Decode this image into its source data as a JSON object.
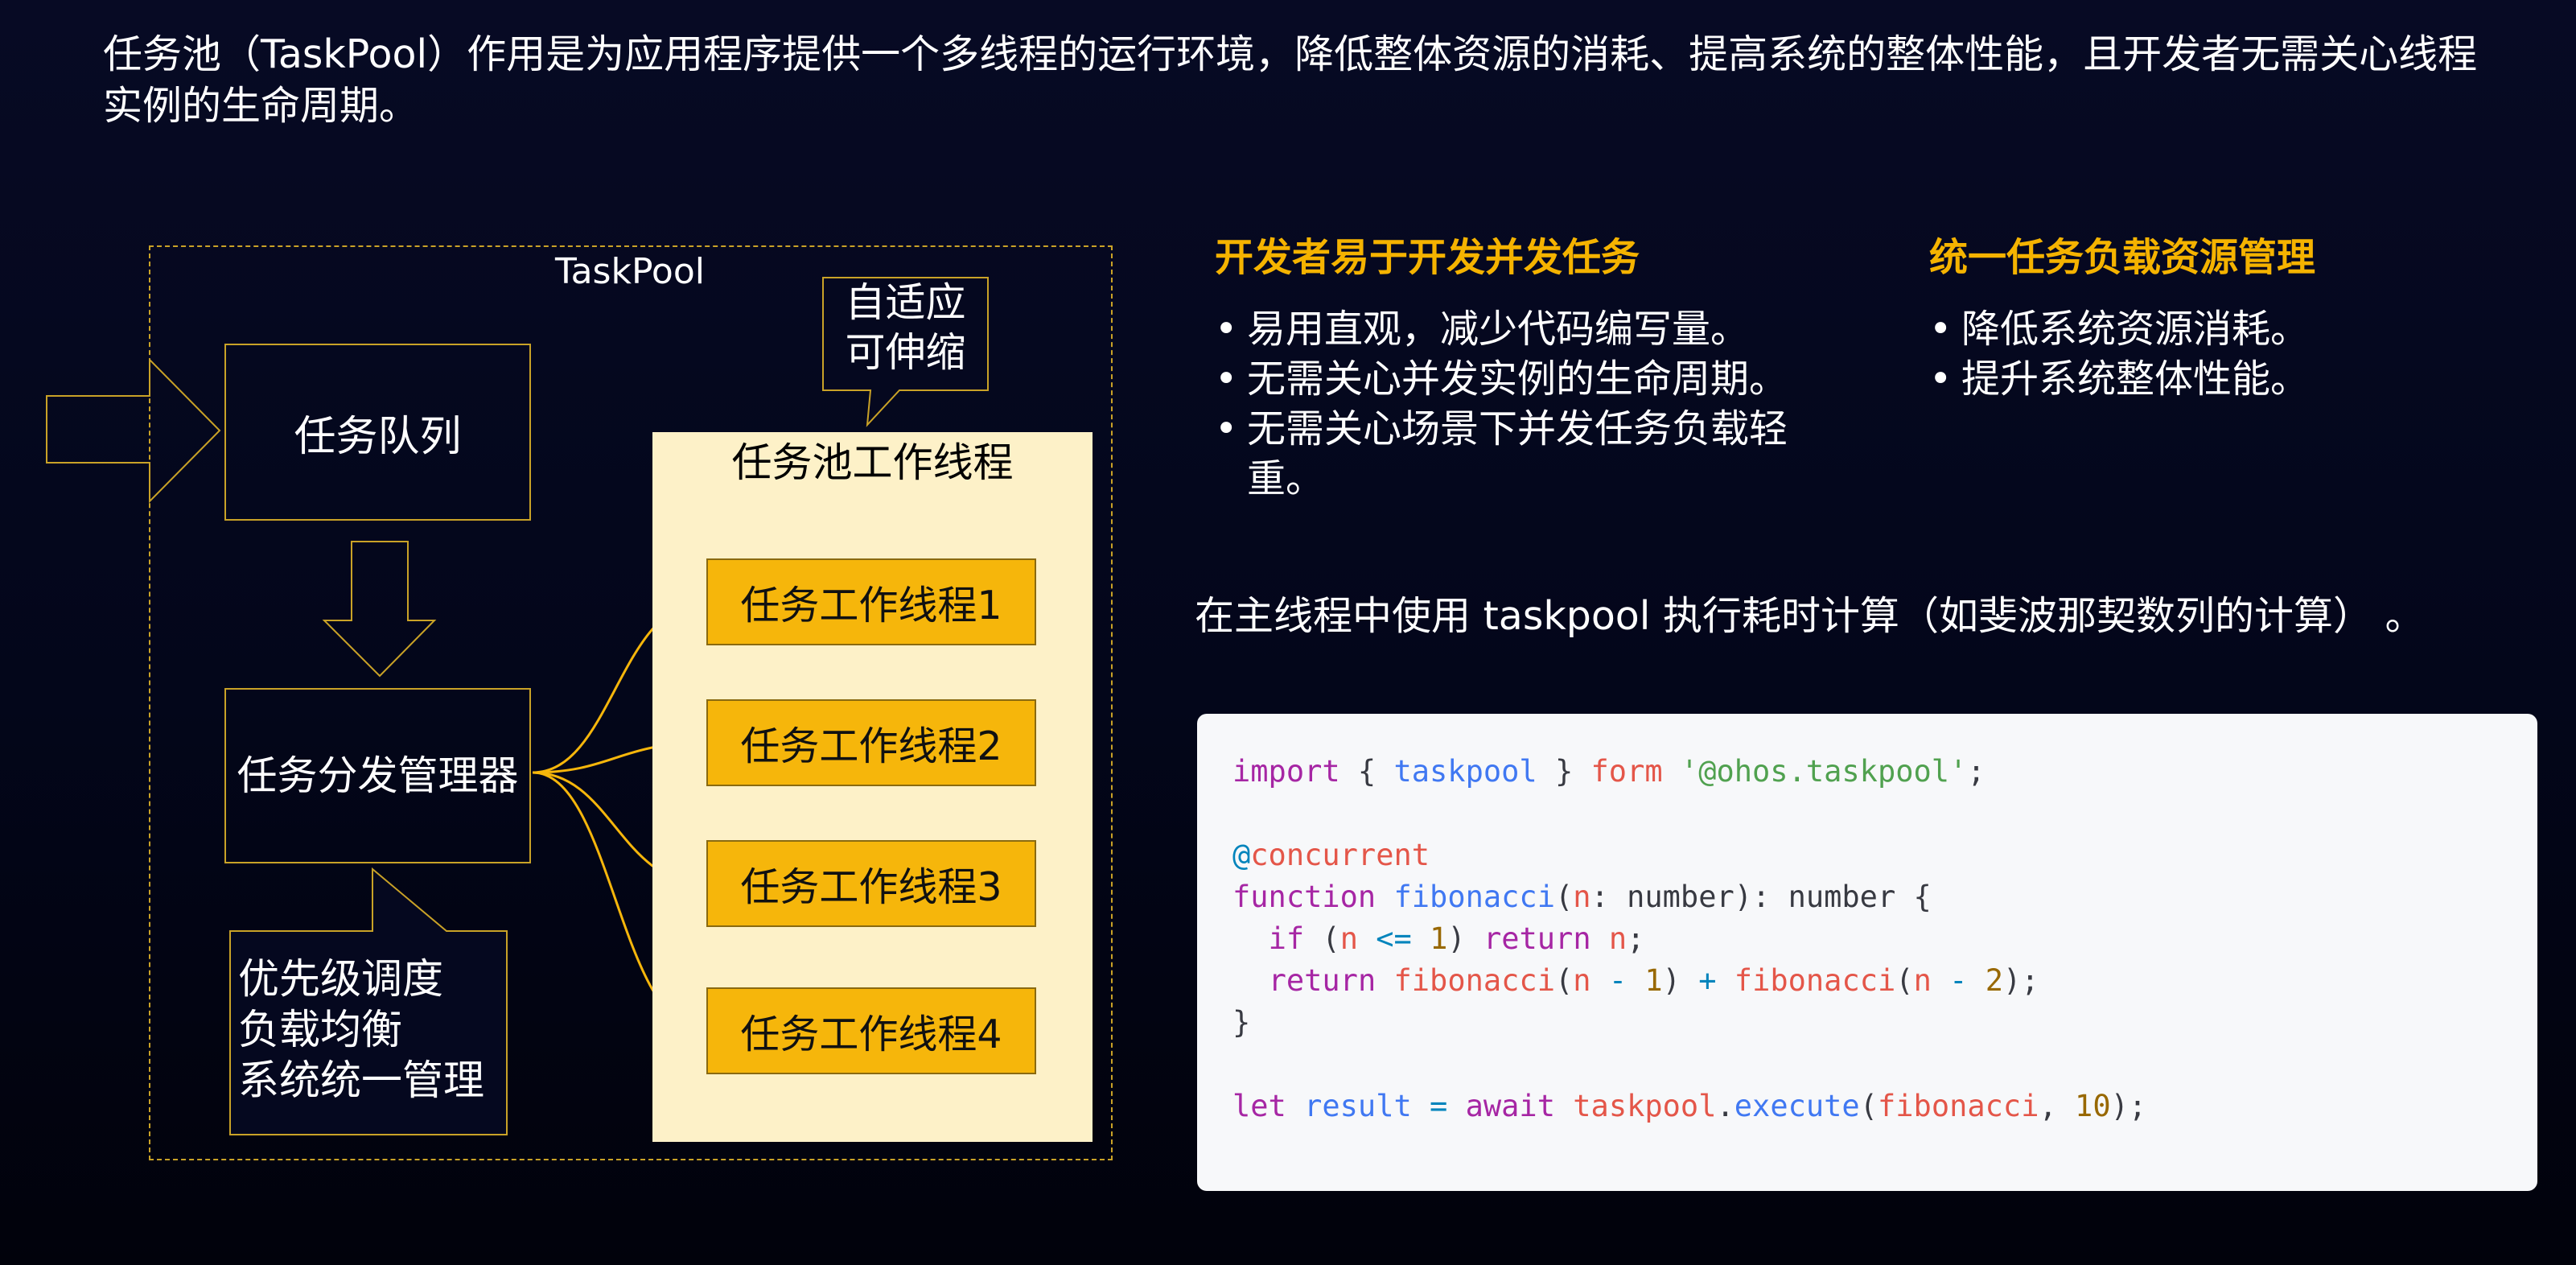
{
  "intro": "任务池（TaskPool）作用是为应用程序提供一个多线程的运行环境，降低整体资源的消耗、提高系统的整体性能，且开发者无需关心线程实例的生命周期。",
  "diagram": {
    "frame_label": "TaskPool",
    "queue_label": "任务队列",
    "dispatcher_label": "任务分发管理器",
    "pool_title": "任务池工作线程",
    "workers": [
      "任务工作线程1",
      "任务工作线程2",
      "任务工作线程3",
      "任务工作线程4"
    ],
    "adaptive_callout": [
      "自适应",
      "可伸缩"
    ],
    "priority_callout": [
      "优先级调度",
      "负载均衡",
      "系统统一管理"
    ],
    "colors": {
      "accent": "#f6b60b",
      "border": "#c9a227",
      "pool_bg": "#fdf1c8"
    }
  },
  "features": [
    {
      "title": "开发者易于开发并发任务",
      "items": [
        "易用直观，减少代码编写量。",
        "无需关心并发实例的生命周期。",
        "无需关心场景下并发任务负载轻重。"
      ]
    },
    {
      "title": "统一任务负载资源管理",
      "items": [
        "降低系统资源消耗。",
        "提升系统整体性能。"
      ]
    }
  ],
  "code_intro": "在主线程中使用 taskpool 执行耗时计算（如斐波那契数列的计算） 。",
  "code": {
    "l1": {
      "kw": "import",
      "open": " { ",
      "id": "taskpool",
      "close": " } ",
      "from": "form",
      "sp": " ",
      "str": "'@ohos.taskpool'",
      "end": ";"
    },
    "l3": {
      "at": "@",
      "name": "concurrent"
    },
    "l4": {
      "kw": "function",
      "sp": " ",
      "fn": "fibonacci",
      "p1": "(",
      "param": "n",
      "rest": ": number): number {"
    },
    "l5": {
      "indent": "  ",
      "kw": "if",
      "p1": " (",
      "var": "n",
      "sp1": " ",
      "op": "<=",
      "sp2": " ",
      "num": "1",
      "p2": ") ",
      "kw2": "return",
      "sp3": " ",
      "var2": "n",
      "end": ";"
    },
    "l6": {
      "indent": "  ",
      "kw": "return",
      "sp1": " ",
      "fn": "fibonacci",
      "p1": "(",
      "var": "n",
      "sp2": " ",
      "op": "-",
      "sp3": " ",
      "num": "1",
      "p2": ") ",
      "op2": "+",
      "sp4": " ",
      "fn2": "fibonacci",
      "p3": "(",
      "var2": "n",
      "sp5": " ",
      "op3": "-",
      "sp6": " ",
      "num2": "2",
      "end": ");"
    },
    "l7": {
      "text": "}"
    },
    "l9": {
      "kw": "let",
      "sp1": " ",
      "id": "result",
      "sp2": " ",
      "op": "=",
      "sp3": " ",
      "kw2": "await",
      "sp4": " ",
      "obj": "taskpool",
      "dot": ".",
      "method": "execute",
      "p1": "(",
      "arg": "fibonacci",
      "comma": ", ",
      "num": "10",
      "end": ");"
    }
  }
}
